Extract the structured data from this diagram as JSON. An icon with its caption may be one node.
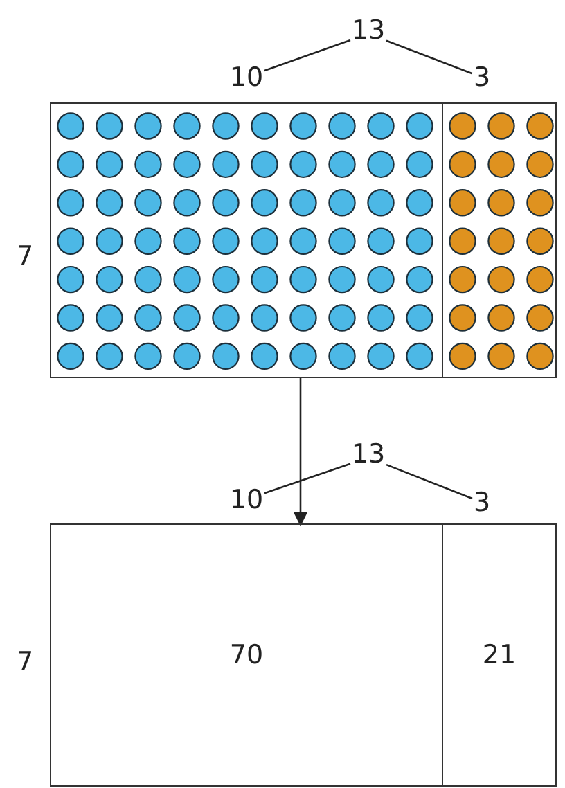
{
  "diagram": {
    "nodes": [
      {
        "text": [
          "13"
        ]
      },
      {
        "text": [
          "10"
        ]
      },
      {
        "text": [
          "3"
        ]
      },
      {
        "text": [],
        "shape": "box"
      },
      {
        "text": [],
        "shape": "picture",
        "in": 3
      },
      {
        "text": [],
        "shape": "picture",
        "in": 3
      },
      {
        "text": [
          "13"
        ]
      },
      {
        "text": [
          "10"
        ]
      },
      {
        "text": [
          "3"
        ]
      },
      {
        "text": [],
        "shape": "box"
      },
      {
        "text": [
          "70"
        ],
        "in": 9
      },
      {
        "text": [
          "21"
        ],
        "in": 9
      }
    ],
    "edges": [
      {
        "from": 0,
        "to": 1,
        "arrow": "none"
      },
      {
        "from": 0,
        "to": 2,
        "arrow": "none"
      },
      {
        "from": 3,
        "to": 9,
        "arrow": "to"
      },
      {
        "from": 6,
        "to": 7,
        "arrow": "none"
      },
      {
        "from": 6,
        "to": 8,
        "arrow": "none"
      }
    ],
    "labels": [
      "7",
      "7"
    ]
  }
}
